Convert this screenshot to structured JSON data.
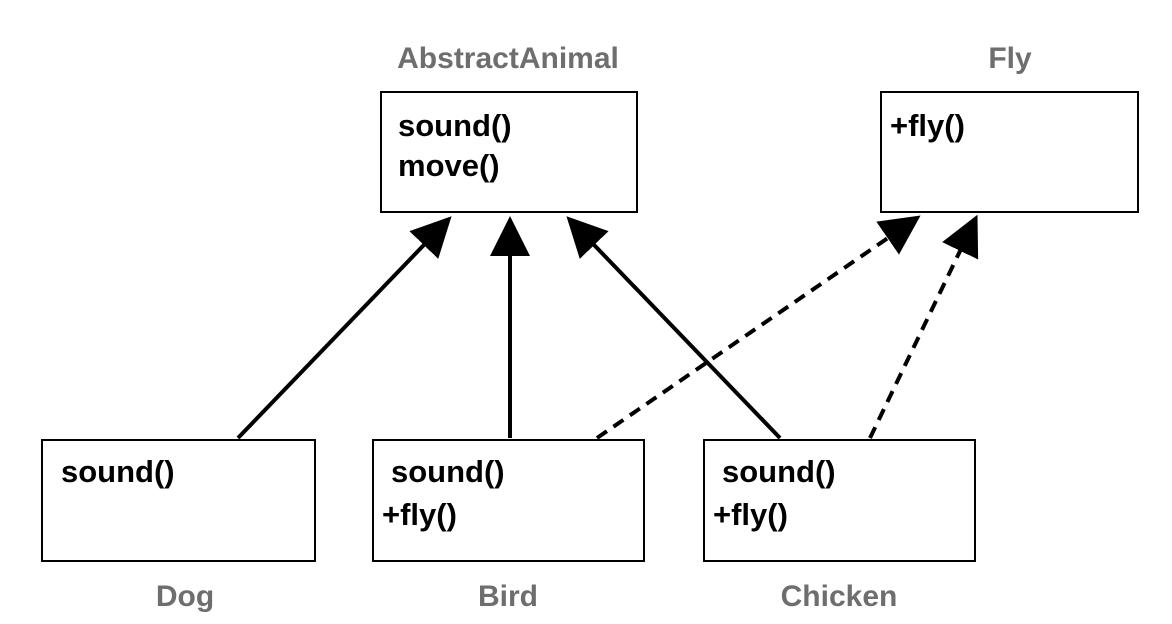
{
  "classes": {
    "abstract_animal": {
      "name": "AbstractAnimal",
      "methods": [
        "sound()",
        "move()"
      ]
    },
    "fly": {
      "name": "Fly",
      "methods": [
        "+fly()"
      ]
    },
    "dog": {
      "name": "Dog",
      "methods": [
        "sound()"
      ]
    },
    "bird": {
      "name": "Bird",
      "methods": [
        "sound()",
        "+fly()"
      ]
    },
    "chicken": {
      "name": "Chicken",
      "methods": [
        "sound()",
        "+fly()"
      ]
    }
  },
  "relations": [
    {
      "from": "Dog",
      "to": "AbstractAnimal",
      "style": "solid"
    },
    {
      "from": "Bird",
      "to": "AbstractAnimal",
      "style": "solid"
    },
    {
      "from": "Chicken",
      "to": "AbstractAnimal",
      "style": "solid"
    },
    {
      "from": "Bird",
      "to": "Fly",
      "style": "dashed"
    },
    {
      "from": "Chicken",
      "to": "Fly",
      "style": "dashed"
    }
  ],
  "colors": {
    "label": "#6e6e6e",
    "line": "#000000",
    "box_border": "#000000",
    "background": "#ffffff"
  }
}
